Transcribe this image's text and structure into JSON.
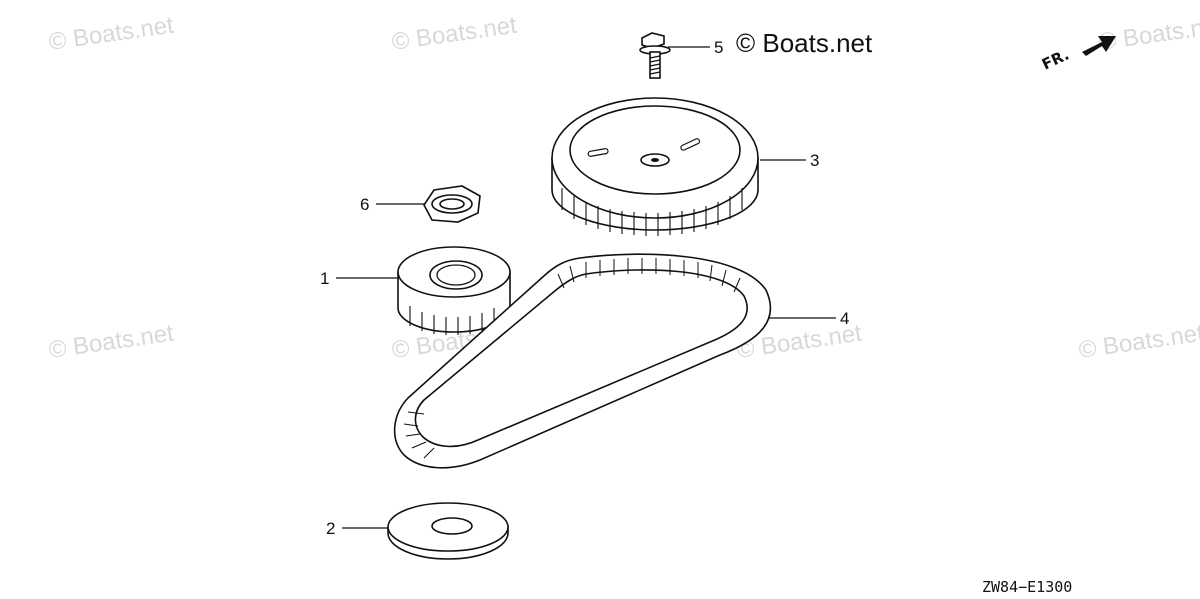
{
  "watermarks": [
    "© Boats.net",
    "© Boats.net",
    "© Boats.net",
    "© Boats.net",
    "© Boats.net",
    "© Boats.net",
    "© Boats.net"
  ],
  "highlight_watermark": "© Boats.net",
  "direction_label": "FR.",
  "diagram_code": "ZW84−E1300",
  "callouts": {
    "c1": "1",
    "c2": "2",
    "c3": "3",
    "c4": "4",
    "c5": "5",
    "c6": "6"
  },
  "colors": {
    "ink": "#111111",
    "watermark": "#d8d8d8",
    "background": "#ffffff"
  }
}
